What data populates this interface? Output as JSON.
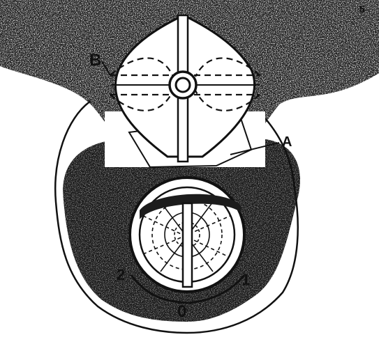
{
  "figure": {
    "number": "5",
    "labels": {
      "a": "A",
      "b": "B"
    },
    "scale": {
      "left": "2",
      "center": "0",
      "right": "1"
    },
    "colors": {
      "ink": "#111111",
      "paper": "#ffffff",
      "texture": "#1c1c1c"
    }
  }
}
